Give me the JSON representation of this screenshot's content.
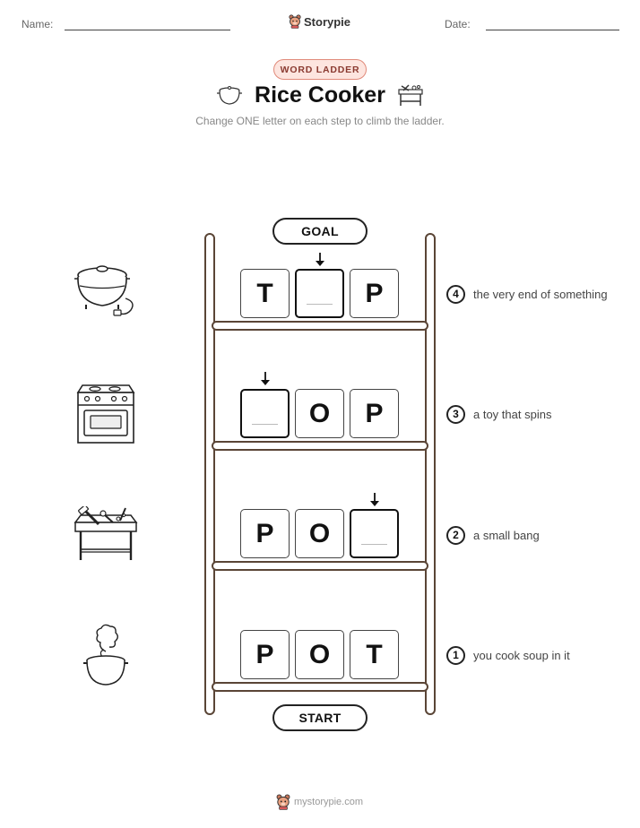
{
  "header": {
    "name_label": "Name:",
    "date_label": "Date:",
    "brand": "Storypie"
  },
  "badge": "WORD LADDER",
  "title": "Rice Cooker",
  "subtitle": "Change ONE letter on each step to climb the ladder.",
  "ladder": {
    "goal_label": "GOAL",
    "start_label": "START",
    "rows": [
      {
        "step": "4",
        "letters": [
          "T",
          "",
          "P"
        ],
        "clue": "the very end of something",
        "picture": "rice-cooker-icon"
      },
      {
        "step": "3",
        "letters": [
          "",
          "O",
          "P"
        ],
        "clue": "a toy that spins",
        "picture": "stove-icon"
      },
      {
        "step": "2",
        "letters": [
          "P",
          "O",
          ""
        ],
        "clue": "a small bang",
        "picture": "workbench-icon"
      },
      {
        "step": "1",
        "letters": [
          "P",
          "O",
          "T"
        ],
        "clue": "you cook soup in it",
        "picture": "steaming-pot-icon"
      }
    ]
  },
  "footer": "mystorypie.com",
  "colors": {
    "rail": "#5a4536",
    "badge_fill": "#fde5df",
    "badge_border": "#e08a7a",
    "badge_text": "#8a3a30"
  }
}
